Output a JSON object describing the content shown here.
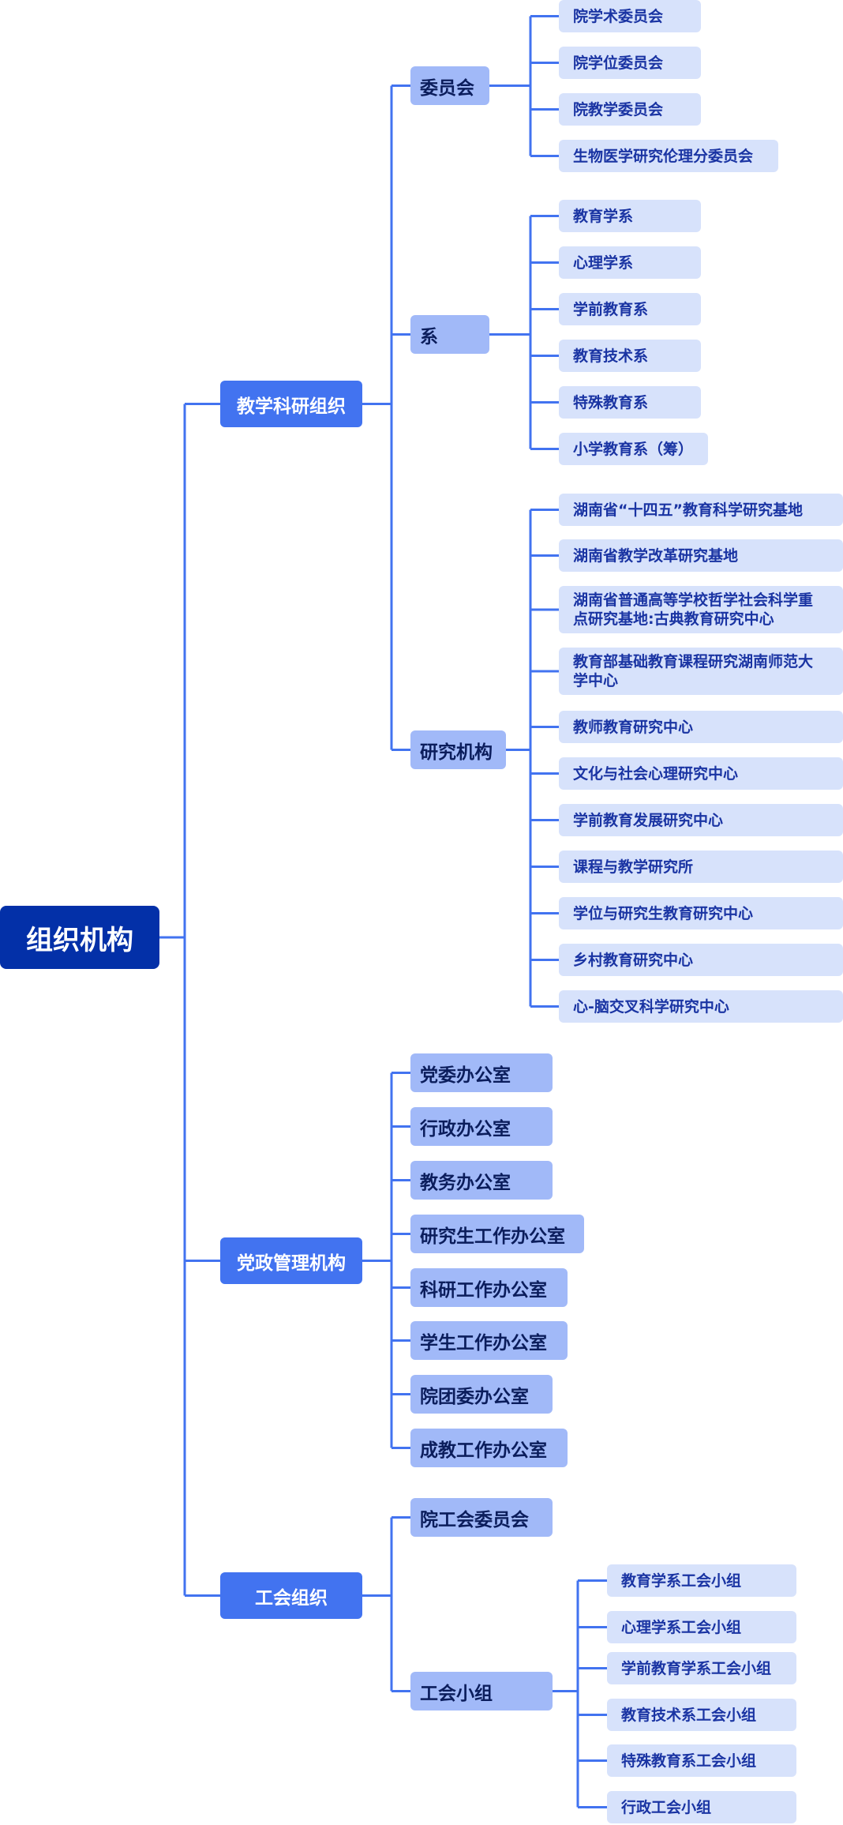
{
  "root": {
    "label": "组织机构"
  },
  "branches": [
    {
      "label": "教学科研组织",
      "groups": [
        {
          "label": "委员会",
          "items": [
            "院学术委员会",
            "院学位委员会",
            "院教学委员会",
            "生物医学研究伦理分委员会"
          ]
        },
        {
          "label": "系",
          "items": [
            "教育学系",
            "心理学系",
            "学前教育系",
            "教育技术系",
            "特殊教育系",
            "小学教育系（筹）"
          ]
        },
        {
          "label": "研究机构",
          "items": [
            "湖南省“十四五”教育科学研究基地",
            "湖南省教学改革研究基地",
            "湖南省普通高等学校哲学社会科学重点研究基地:古典教育研究中心",
            "教育部基础教育课程研究湖南师范大学中心",
            "教师教育研究中心",
            "文化与社会心理研究中心",
            "学前教育发展研究中心",
            "课程与教学研究所",
            "学位与研究生教育研究中心",
            "乡村教育研究中心",
            "心-脑交叉科学研究中心"
          ]
        }
      ]
    },
    {
      "label": "党政管理机构",
      "items": [
        "党委办公室",
        "行政办公室",
        "教务办公室",
        "研究生工作办公室",
        "科研工作办公室",
        "学生工作办公室",
        "院团委办公室",
        "成教工作办公室"
      ]
    },
    {
      "label": "工会组织",
      "groups": [
        {
          "label": "院工会委员会",
          "items": []
        },
        {
          "label": "工会小组",
          "items": [
            "教育学系工会小组",
            "心理学系工会小组",
            "学前教育学系工会小组",
            "教育技术系工会小组",
            "特殊教育系工会小组",
            "行政工会小组"
          ]
        }
      ]
    }
  ],
  "colors": {
    "root": "#0330a8",
    "level1": "#4273f0",
    "level2": "#a1b9f8",
    "level3": "#d7e2fb",
    "line": "#4273f0"
  }
}
